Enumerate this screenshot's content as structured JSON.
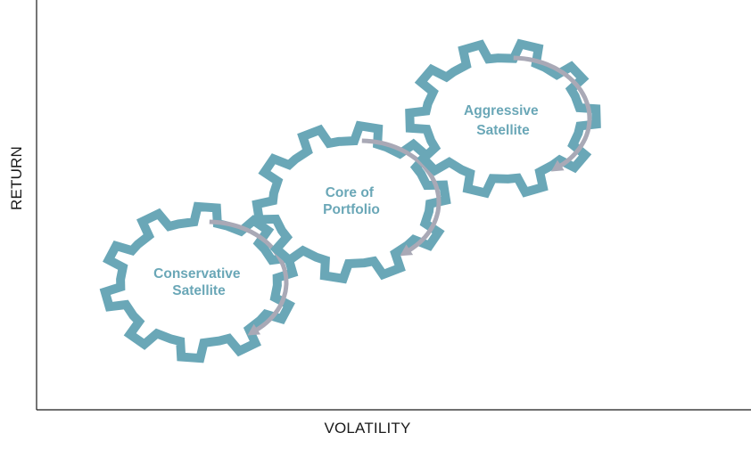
{
  "axes": {
    "x_label": "VOLATILITY",
    "y_label": "RETURN"
  },
  "gears": [
    {
      "id": "conservative",
      "lines": [
        "Conservative",
        "Satellite"
      ]
    },
    {
      "id": "core",
      "lines": [
        "Core of",
        "Portfolio"
      ]
    },
    {
      "id": "aggressive",
      "lines": [
        "Aggressive",
        "Satellite"
      ]
    }
  ],
  "colors": {
    "gear": "#6aa7b7",
    "arrow": "#a9a9b6",
    "axis": "#1a1a1a"
  }
}
